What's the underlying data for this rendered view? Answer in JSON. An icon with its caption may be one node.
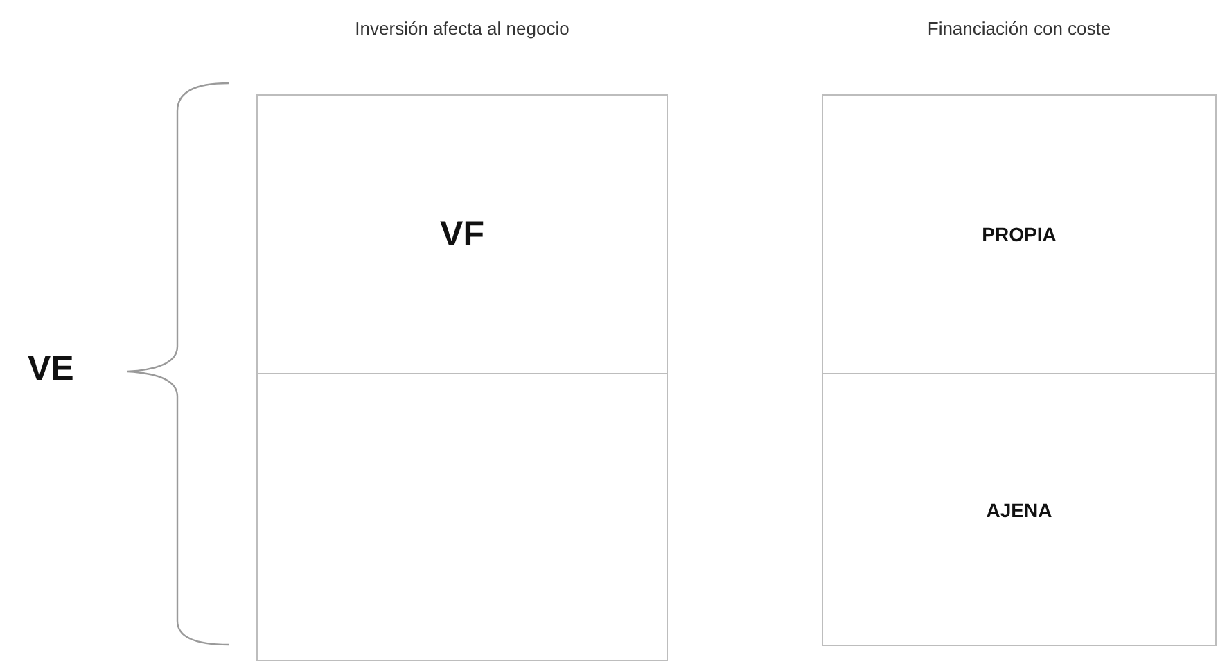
{
  "diagram": {
    "nodes": [
      {
        "text": [
          "Inversión afecta al negocio"
        ]
      },
      {
        "text": [
          "VF"
        ],
        "in": 0
      },
      {
        "text": [],
        "shape": "box",
        "in": 0
      },
      {
        "text": [
          "Financiación con coste"
        ]
      },
      {
        "text": [
          "PROPIA"
        ],
        "in": 3
      },
      {
        "text": [
          "AJENA"
        ],
        "in": 3
      }
    ],
    "labels": [
      "VE"
    ]
  }
}
